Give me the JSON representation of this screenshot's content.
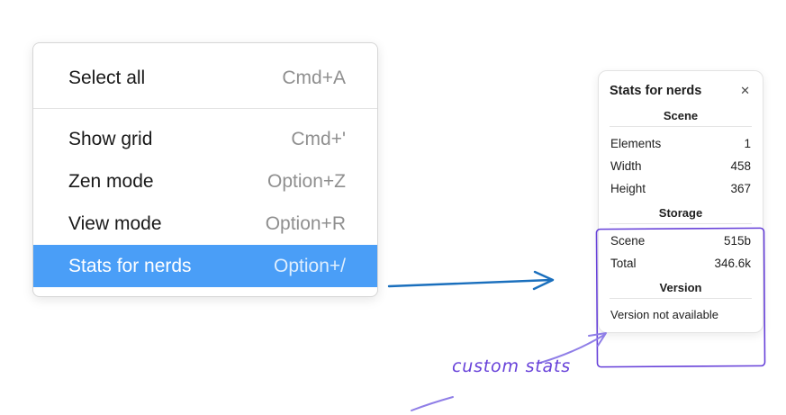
{
  "colors": {
    "selected-bg": "#4a9ef7",
    "arrow-blue": "#1a6fbd",
    "annotation-purple": "#6741d9",
    "annotation-light-purple": "#8f7ee7"
  },
  "menu": {
    "items": [
      {
        "label": "Select all",
        "shortcut": "Cmd+A"
      },
      {
        "label": "Show grid",
        "shortcut": "Cmd+'"
      },
      {
        "label": "Zen mode",
        "shortcut": "Option+Z"
      },
      {
        "label": "View mode",
        "shortcut": "Option+R"
      },
      {
        "label": "Stats for nerds",
        "shortcut": "Option+/"
      }
    ]
  },
  "stats_panel": {
    "title": "Stats for nerds",
    "close_icon": "✕",
    "sections": [
      {
        "heading": "Scene",
        "rows": [
          {
            "label": "Elements",
            "value": "1"
          },
          {
            "label": "Width",
            "value": "458"
          },
          {
            "label": "Height",
            "value": "367"
          }
        ]
      },
      {
        "heading": "Storage",
        "rows": [
          {
            "label": "Scene",
            "value": "515b"
          },
          {
            "label": "Total",
            "value": "346.6k"
          }
        ]
      },
      {
        "heading": "Version",
        "rows": [],
        "note": "Version not available"
      }
    ]
  },
  "annotation": {
    "label": "custom stats"
  }
}
